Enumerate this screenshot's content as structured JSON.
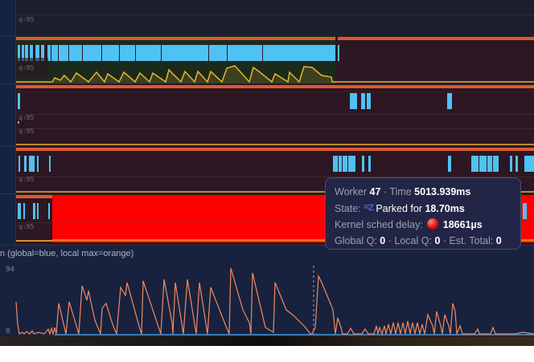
{
  "lanes": [
    {
      "id": "lane-0",
      "q_labels": [
        "q:95"
      ]
    },
    {
      "id": "lane-1",
      "q_labels": [
        "q:95"
      ]
    },
    {
      "id": "lane-2",
      "q_labels": [
        "q:95",
        "q:95"
      ]
    },
    {
      "id": "lane-3",
      "q_labels": [
        "q:95"
      ]
    },
    {
      "id": "lane-4",
      "q_labels": [
        "q:95"
      ]
    }
  ],
  "colors": {
    "running": "#4fc1f5",
    "parked_bg": "#2c1722",
    "active_bg": "#1c2a1c",
    "sched_bar": "#d95a33",
    "queue_line": "#e5b52e",
    "kernel_delay": "#ff0000",
    "global_queue": "#3a7ab5",
    "local_queue": "#f08a60"
  },
  "tooltip": {
    "worker_label": "Worker",
    "worker": "47",
    "time_label": "Time",
    "time": "5013.939ms",
    "state_label": "State:",
    "state_icon": "sleep-zzz-icon",
    "state_text": "Parked for",
    "state_duration": "18.70ms",
    "kernel_label": "Kernel sched delay:",
    "kernel_icon": "red-circle-icon",
    "kernel_value": "18661µs",
    "global_label": "Global Q:",
    "global": "0",
    "local_label": "Local Q:",
    "local": "0",
    "est_label": "Est. Total:",
    "est": "0",
    "sep": "·"
  },
  "queue_chart": {
    "title": "n (global=blue, local max=orange)",
    "y_max_label": "94",
    "y_min_label": "0"
  },
  "chart_data": {
    "type": "line",
    "title": "Queue depth (global=blue, local max=orange)",
    "ylim": [
      0,
      94
    ],
    "y_ticks": [
      "0",
      "94"
    ],
    "series": [
      {
        "name": "global",
        "color": "#3a7ab5",
        "values": [
          0
        ]
      },
      {
        "name": "local max",
        "color": "#f08a60",
        "values": [
          45,
          2,
          3,
          4,
          2,
          8,
          5,
          45,
          2,
          42,
          2,
          48,
          2,
          40,
          2,
          55,
          2,
          52,
          2,
          50,
          2,
          52,
          2,
          50,
          2,
          52,
          2,
          82,
          2,
          75,
          2,
          60,
          3,
          68,
          2,
          20,
          3,
          8,
          12,
          10,
          14,
          10,
          35,
          2,
          28,
          2,
          35,
          2,
          3,
          4,
          2
        ]
      }
    ]
  }
}
